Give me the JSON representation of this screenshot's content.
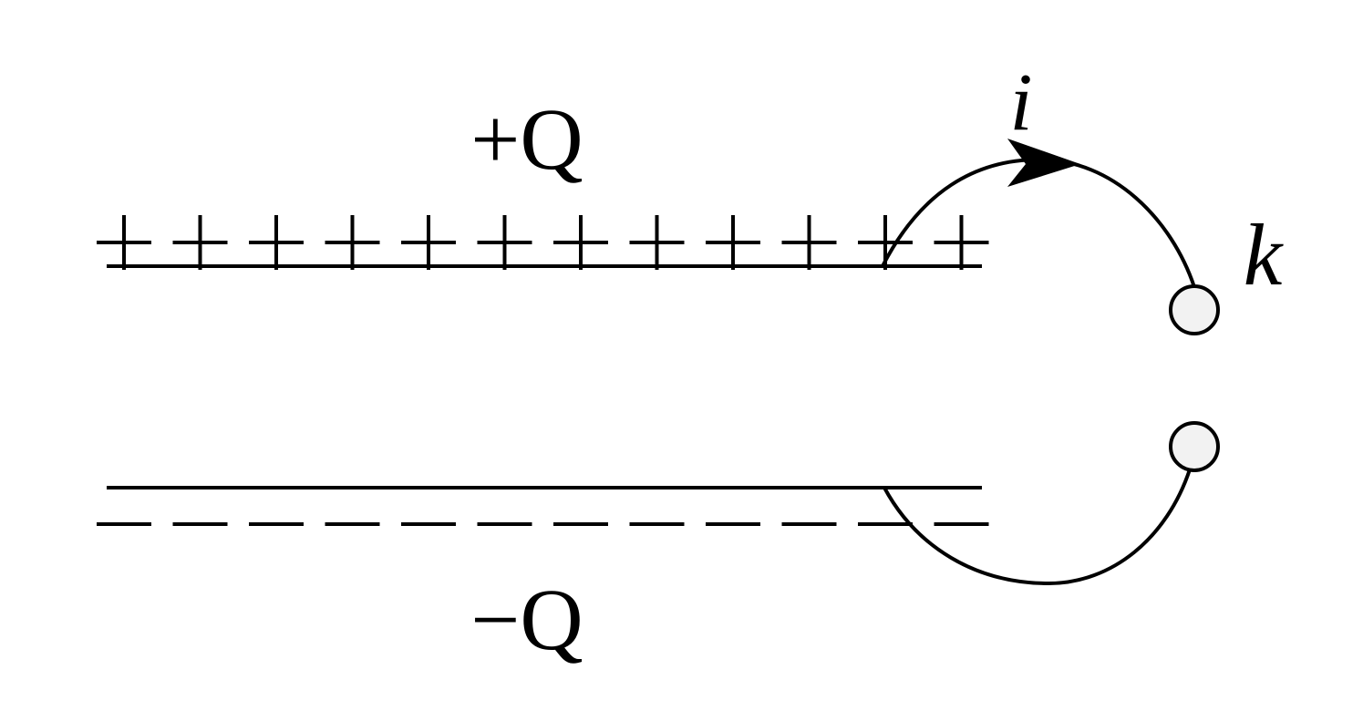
{
  "diagram": {
    "top_plate_charge": "+Q",
    "bottom_plate_charge": "−Q",
    "current_label": "i",
    "switch_label": "k",
    "plus_sign": "+",
    "minus_sign": "−",
    "plus_count": 12,
    "minus_count": 12,
    "colors": {
      "stroke": "#000000",
      "terminal_fill": "#f2f2f2",
      "background": "#ffffff"
    }
  }
}
